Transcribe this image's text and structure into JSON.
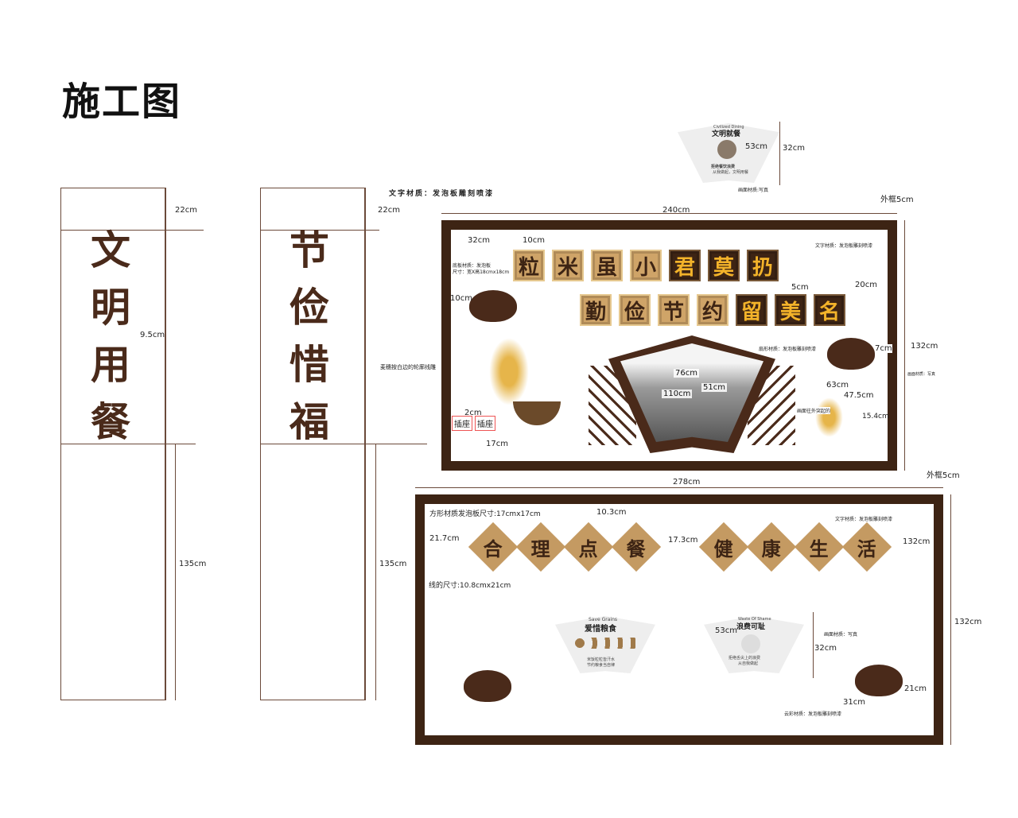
{
  "title": "施工图",
  "colors": {
    "frame": "#3d2414",
    "tile_light": "#cfa468",
    "tile_dark": "#3d2414",
    "gold": "#f3b32a",
    "diamond": "#c49a62"
  },
  "left_panel_1": {
    "chars": [
      "文",
      "明",
      "用",
      "餐"
    ],
    "dims": [
      "22cm",
      "9.5cm",
      "135cm"
    ]
  },
  "left_panel_2": {
    "chars": [
      "节",
      "俭",
      "惜",
      "福"
    ],
    "dims": [
      "22cm",
      "135cm"
    ],
    "note_material": "文字材质：发泡板雕刻喷漆",
    "note_wheat": "麦穗按白边的轮廓线雕"
  },
  "top_fan": {
    "subtitle": "Civilized Dining",
    "heading": "文明就餐",
    "line1": "拒绝餐饮浪费",
    "line2": "从我做起，文明用餐",
    "dims": [
      "53cm",
      "32cm"
    ],
    "material": "画面材质:写真"
  },
  "top_board": {
    "outer_frame": "外框5cm",
    "width": "240cm",
    "height": "132cm",
    "dims": [
      "32cm",
      "10cm",
      "10cm",
      "5cm",
      "20cm",
      "7cm",
      "76cm",
      "51cm",
      "110cm",
      "63cm",
      "47.5cm",
      "15.4cm",
      "2cm",
      "17cm"
    ],
    "base_material": "底板材质：发泡板",
    "base_size": "尺寸：宽X高18cmx18cm",
    "text_material": "文字材质：发泡板雕刻喷漆",
    "fan_material": "扇形材质：发泡板雕刻喷漆",
    "fan_note": "画面往外突起的",
    "picture_material": "画面材质：写真",
    "sockets": [
      "插座",
      "插座"
    ],
    "row1": [
      {
        "c": "粒",
        "t": "light"
      },
      {
        "c": "米",
        "t": "light"
      },
      {
        "c": "虽",
        "t": "light"
      },
      {
        "c": "小",
        "t": "light"
      },
      {
        "c": "君",
        "t": "dark"
      },
      {
        "c": "莫",
        "t": "dark"
      },
      {
        "c": "扔",
        "t": "dark"
      }
    ],
    "row2": [
      {
        "c": "勤",
        "t": "light"
      },
      {
        "c": "俭",
        "t": "light"
      },
      {
        "c": "节",
        "t": "light"
      },
      {
        "c": "约",
        "t": "light"
      },
      {
        "c": "留",
        "t": "dark"
      },
      {
        "c": "美",
        "t": "dark"
      },
      {
        "c": "名",
        "t": "dark"
      }
    ]
  },
  "bottom_board": {
    "outer_frame": "外框5cm",
    "width": "278cm",
    "height": "132cm",
    "square_note": "方形材质发泡板尺寸:17cmx17cm",
    "line_note": "线的尺寸:10.8cmx21cm",
    "text_material": "文字材质：发泡板雕刻喷漆",
    "dims": [
      "10.3cm",
      "21.7cm",
      "17.3cm",
      "132cm",
      "53cm",
      "32cm",
      "31cm",
      "21cm"
    ],
    "group1": [
      "合",
      "理",
      "点",
      "餐"
    ],
    "group2": [
      "健",
      "康",
      "生",
      "活"
    ],
    "fan1": {
      "subtitle": "Save Grains",
      "heading": "爱惜粮食",
      "line1": "米饭粒粒皆汗水",
      "line2": "节约粮食当自律"
    },
    "fan2": {
      "subtitle": "Waste Of Shame",
      "heading": "浪费可耻",
      "line1": "拒绝舌尖上的浪费",
      "line2": "从自我做起"
    },
    "picture_material": "画面材质：写真",
    "cloud_material": "云彩材质：发泡板雕刻喷漆"
  }
}
